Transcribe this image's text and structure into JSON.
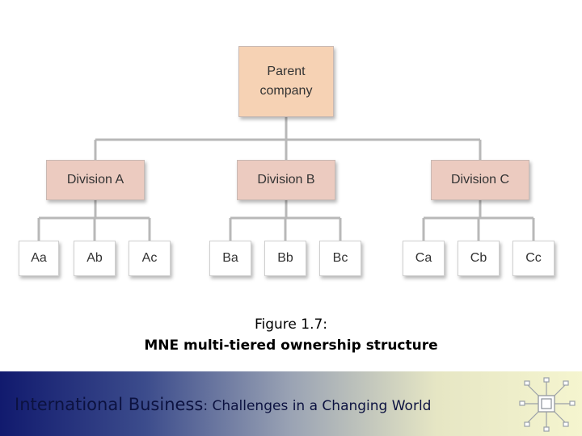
{
  "diagram": {
    "parent": {
      "line1": "Parent",
      "line2": "company"
    },
    "divisions": [
      {
        "label": "Division A",
        "subs": [
          "Aa",
          "Ab",
          "Ac"
        ]
      },
      {
        "label": "Division B",
        "subs": [
          "Ba",
          "Bb",
          "Bc"
        ]
      },
      {
        "label": "Division C",
        "subs": [
          "Ca",
          "Cb",
          "Cc"
        ]
      }
    ]
  },
  "caption": {
    "line1": "Figure 1.7:",
    "line2": "MNE multi-tiered ownership structure"
  },
  "footer": {
    "title_main": "International Business",
    "separator": ":",
    "title_sub": " Challenges in a Changing World"
  },
  "colors": {
    "parent_fill": "#f6d2b4",
    "division_fill": "#eccbc0",
    "connector": "#b8b8b8",
    "footer_left": "#111a6e",
    "footer_right": "#f5f5cf"
  }
}
